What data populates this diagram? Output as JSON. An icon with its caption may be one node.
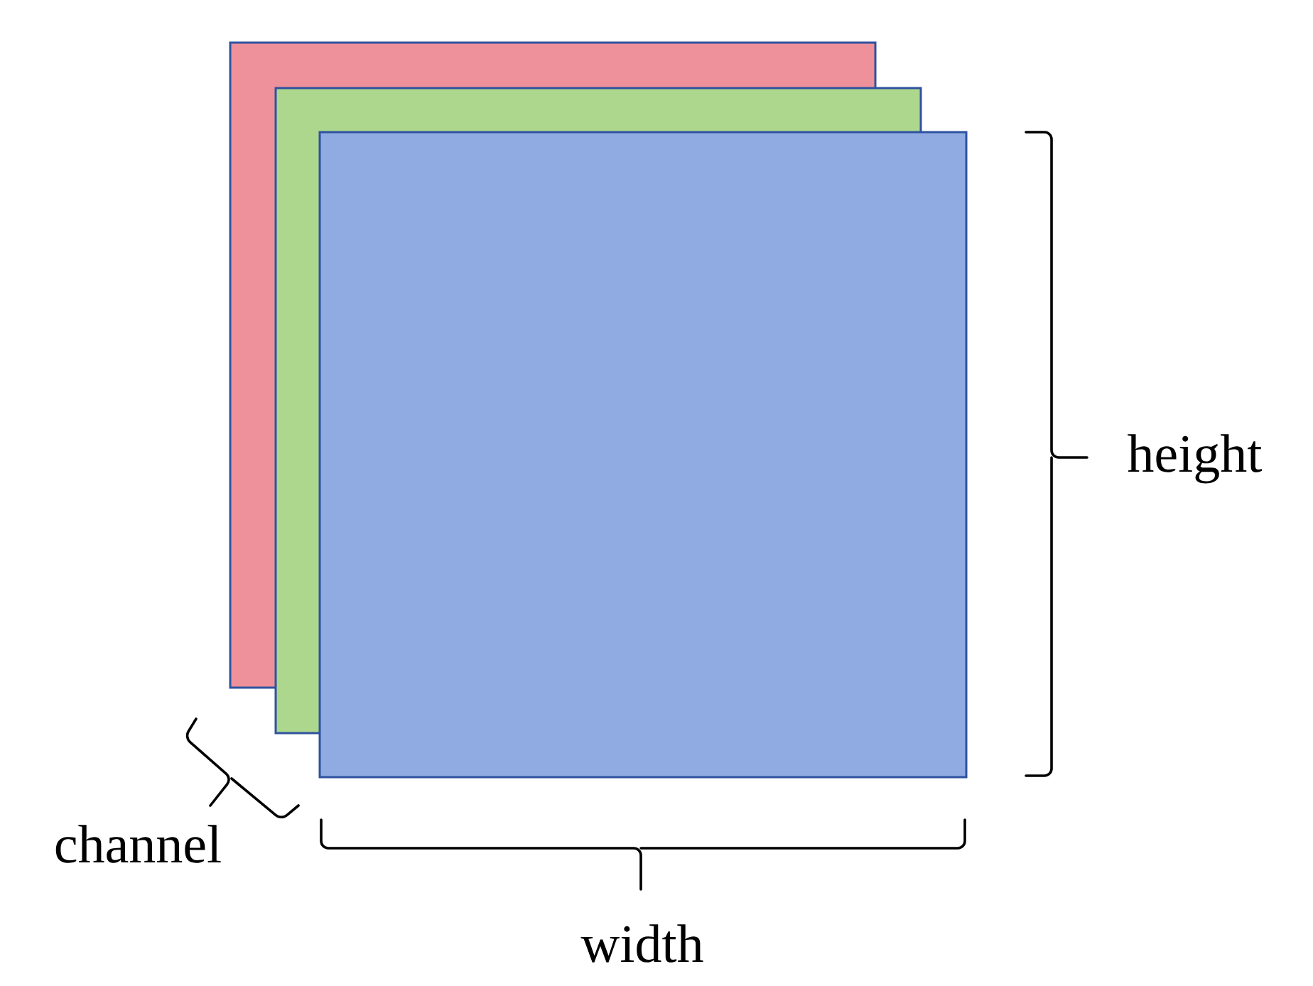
{
  "diagram": {
    "labels": [
      "height",
      "channel",
      "width"
    ]
  }
}
